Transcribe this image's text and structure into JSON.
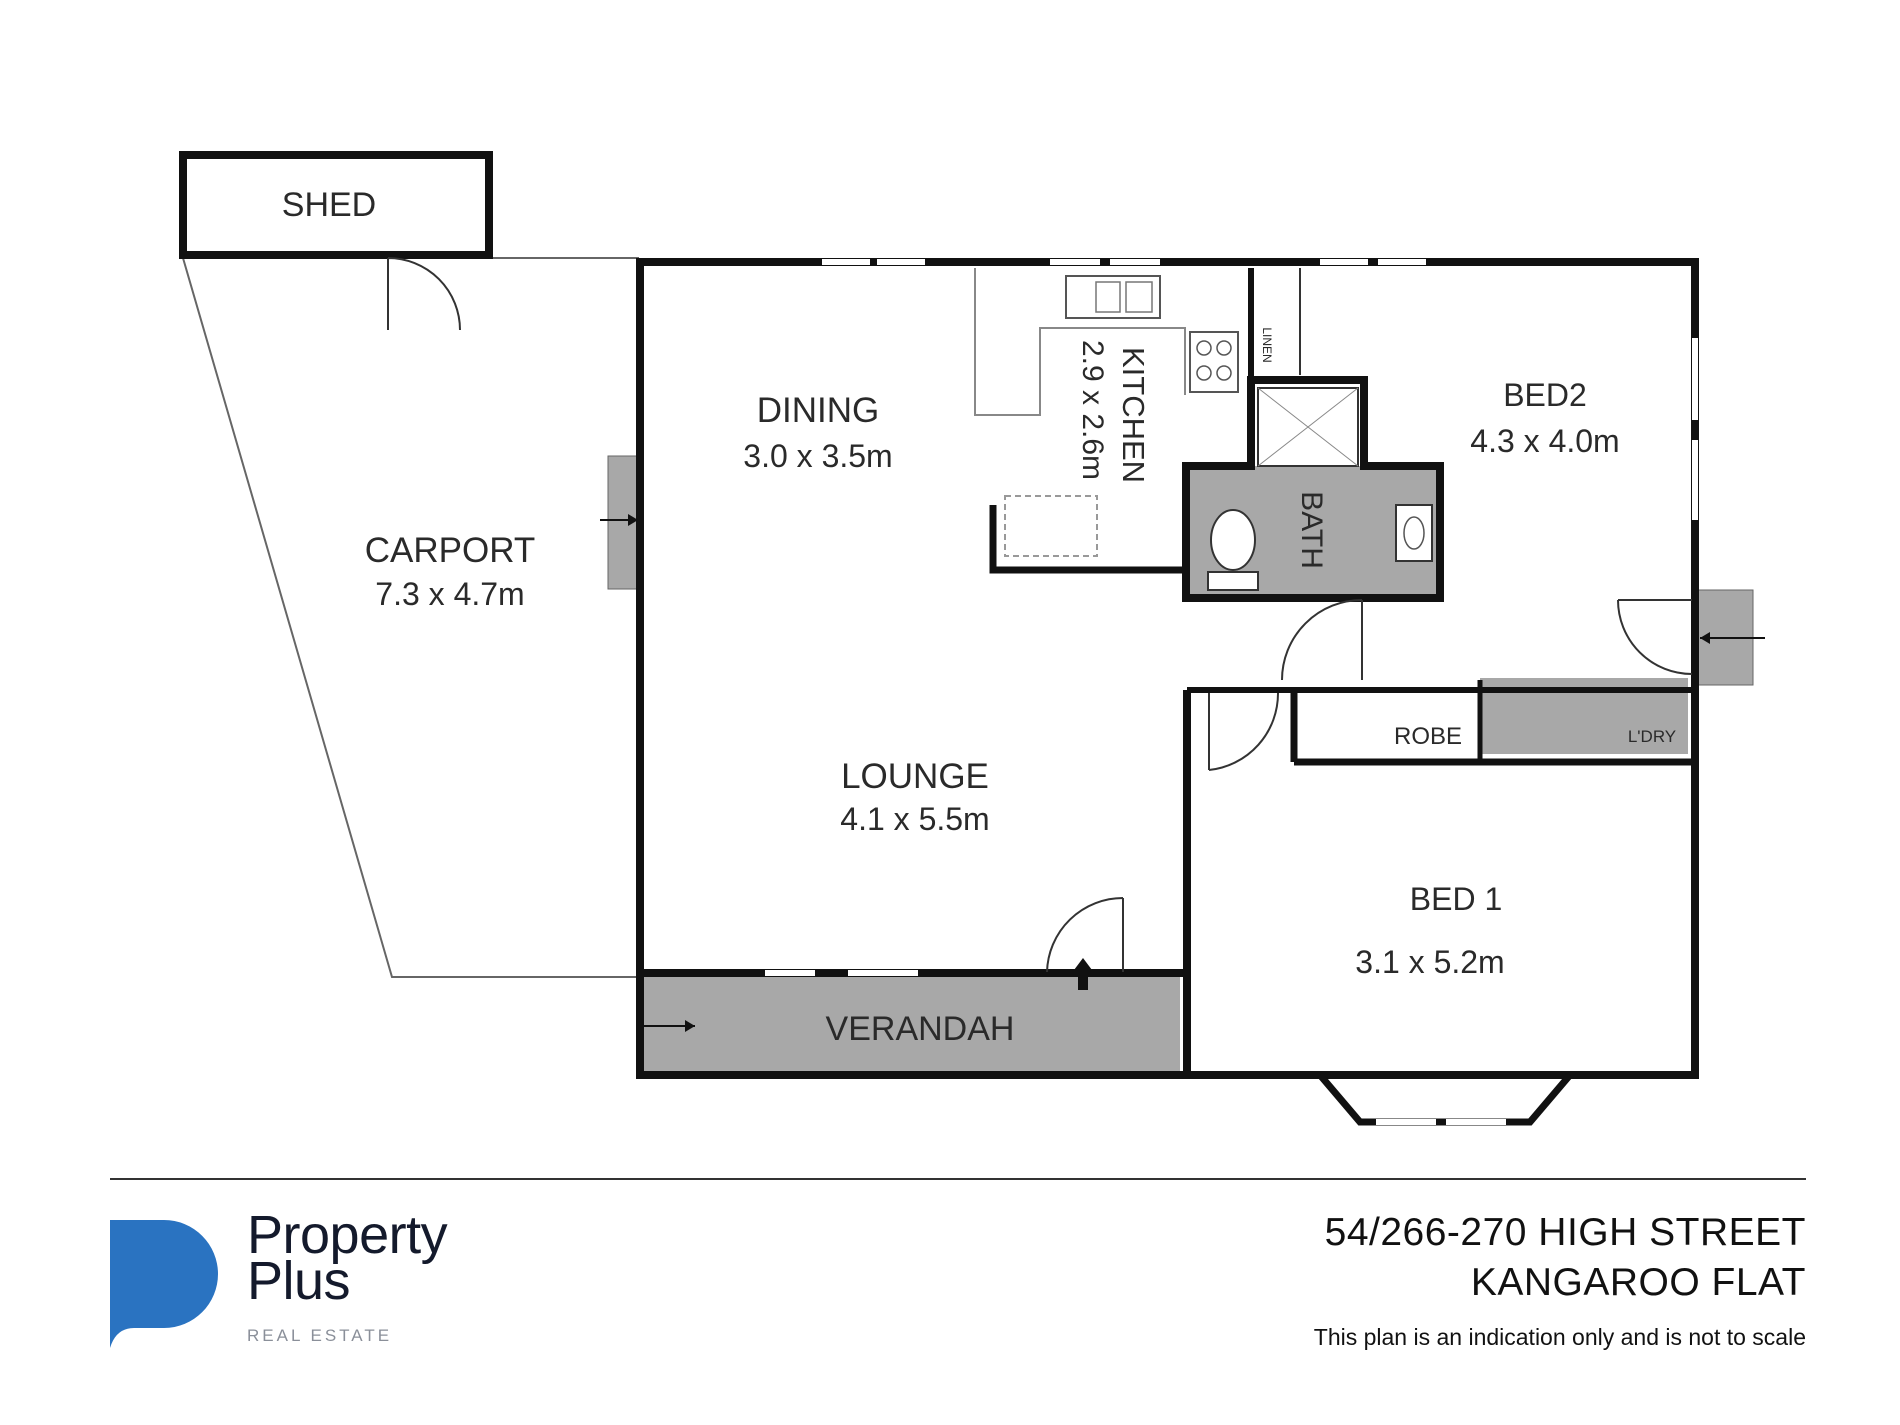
{
  "rooms": {
    "shed": {
      "name": "SHED"
    },
    "carport": {
      "name": "CARPORT",
      "size": "7.3 x 4.7m"
    },
    "dining": {
      "name": "DINING",
      "size": "3.0 x 3.5m"
    },
    "kitchen": {
      "name": "KITCHEN",
      "size": "2.9 x 2.6m"
    },
    "linen": {
      "name": "LINEN"
    },
    "bath": {
      "name": "BATH"
    },
    "bed2": {
      "name": "BED2",
      "size": "4.3 x 4.0m"
    },
    "lounge": {
      "name": "LOUNGE",
      "size": "4.1 x 5.5m"
    },
    "robe": {
      "name": "ROBE"
    },
    "laundry": {
      "name": "L'DRY"
    },
    "bed1": {
      "name": "BED 1",
      "size": "3.1 x 5.2m"
    },
    "verandah": {
      "name": "VERANDAH"
    }
  },
  "brand": {
    "line1": "Property",
    "line2": "Plus",
    "tagline": "REAL ESTATE",
    "color": "#2a73c1"
  },
  "address": {
    "line1": "54/266-270 HIGH STREET",
    "line2": "KANGAROO FLAT"
  },
  "note": "This plan is an indication only and is not to scale",
  "colors": {
    "wall": "#111111",
    "shade": "#a8a8a8"
  }
}
